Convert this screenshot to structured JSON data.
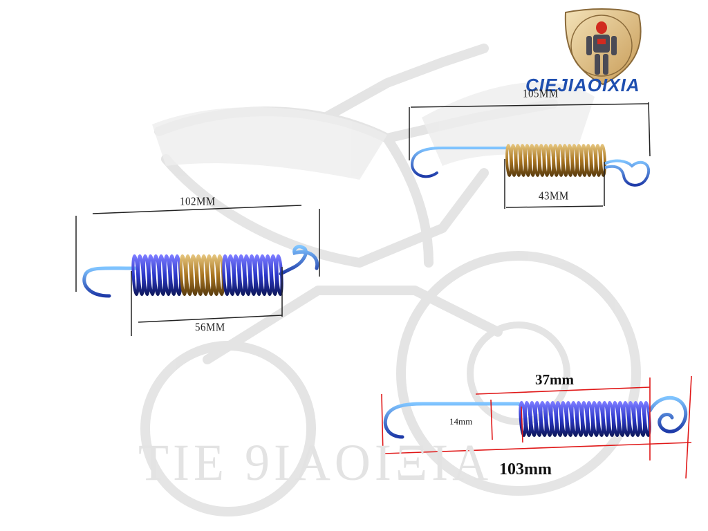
{
  "watermark": {
    "text": "TIE 9IAOIΞIA"
  },
  "logo": {
    "ring_text": "CIEJIAOIXIA",
    "text": "CIEJIAOIXIA",
    "colors": {
      "red": "#e0201a",
      "blue": "#1f4fb0",
      "gold": "#c8a060"
    }
  },
  "springs": [
    {
      "name": "spring-gold",
      "total": "105MM",
      "coil": "43MM"
    },
    {
      "name": "spring-blue-gold",
      "total": "102MM",
      "coil": "56MM"
    },
    {
      "name": "spring-blue",
      "total": "103mm",
      "coil": "37mm",
      "hook": "14mm"
    }
  ],
  "colors": {
    "gold": "#b8862e",
    "blue": "#2a3fd0",
    "measure_red": "#e01818",
    "measure_black": "#222222"
  }
}
